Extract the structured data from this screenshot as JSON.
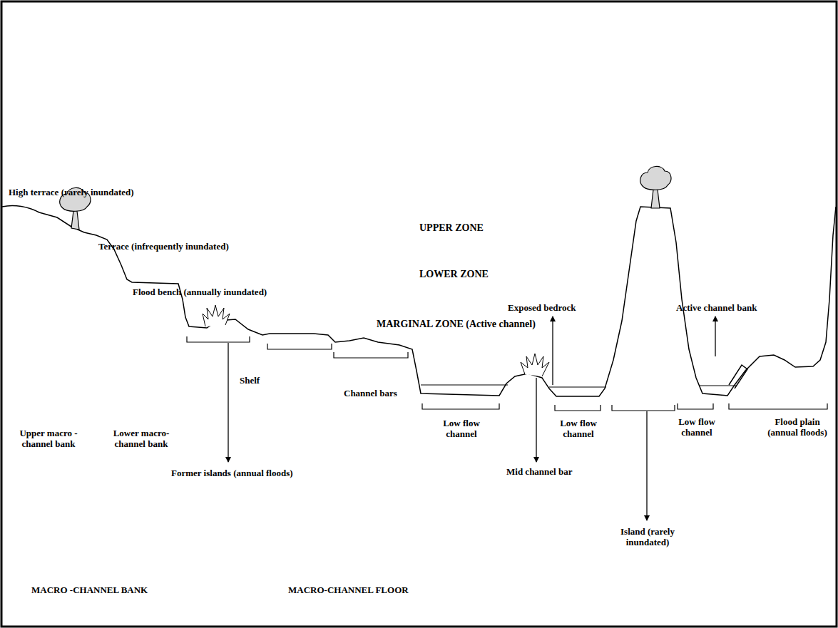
{
  "diagram": {
    "labels": [
      "High terrace (rarely inundated)",
      "Terrace (infrequently inundated)",
      "Flood bench (annually inundated)",
      "UPPER ZONE",
      "LOWER ZONE",
      "MARGINAL ZONE (Active channel)",
      "Exposed bedrock",
      "Active channel bank",
      "Shelf",
      "Channel bars",
      "Low flow channel",
      "Mid channel bar",
      "Low flow channel",
      "Island (rarely inundated)",
      "Low flow channel",
      "Flood plain (annual floods)",
      "Upper macro - channel bank",
      "Lower macro- channel bank",
      "Former islands (annual floods)",
      "MACRO -CHANNEL BANK",
      "MACRO-CHANNEL FLOOR"
    ]
  }
}
